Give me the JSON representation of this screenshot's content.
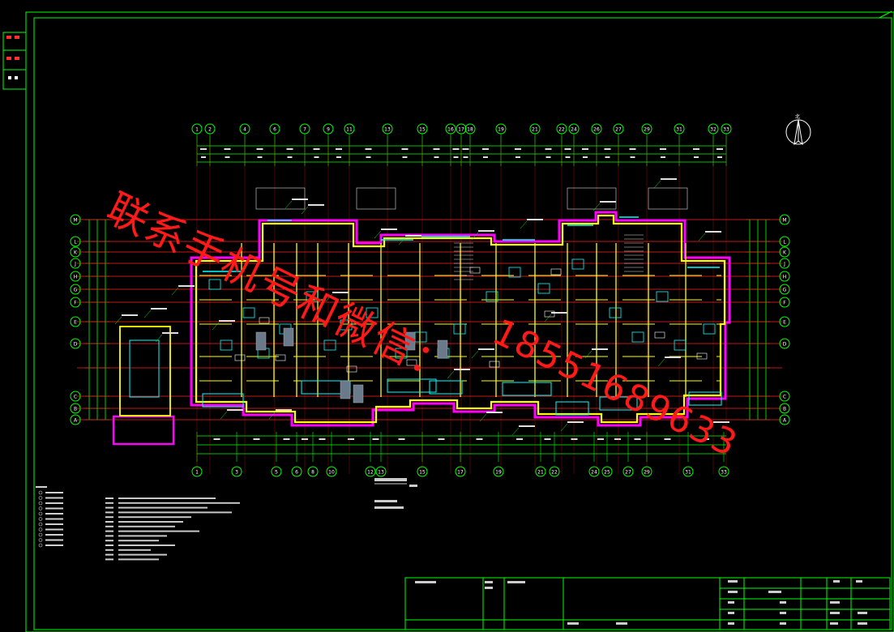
{
  "drawing": {
    "axis_labels_top": [
      "1",
      "2",
      "4",
      "6",
      "7",
      "9",
      "11",
      "13",
      "15",
      "16",
      "17",
      "18",
      "19",
      "21",
      "22",
      "24",
      "26",
      "27",
      "29",
      "31",
      "32",
      "33"
    ],
    "axis_labels_bottom": [
      "1",
      "3",
      "5",
      "6",
      "8",
      "10",
      "12",
      "13",
      "15",
      "17",
      "19",
      "21",
      "22",
      "24",
      "25",
      "27",
      "29",
      "31",
      "33"
    ],
    "axis_labels_left": [
      "M",
      "L",
      "K",
      "J",
      "H",
      "G",
      "F",
      "E",
      "D",
      "C",
      "B",
      "A"
    ],
    "axis_labels_right": [
      "M",
      "L",
      "K",
      "J",
      "H",
      "G",
      "F",
      "E",
      "D",
      "C",
      "B",
      "A"
    ],
    "north_arrow": "北"
  },
  "watermark": {
    "line1": "联系手机号和微信：",
    "line2": "18551689633"
  },
  "colors": {
    "background": "#000000",
    "frame": "#00ff00",
    "walls": "#ffff00",
    "outer_boundary": "#ff00ff",
    "axis_lines": "#ff2020",
    "dimension": "#00ff00",
    "fixtures": "#00ffff",
    "text": "#ffffff",
    "watermark": "#ff1a1a"
  }
}
